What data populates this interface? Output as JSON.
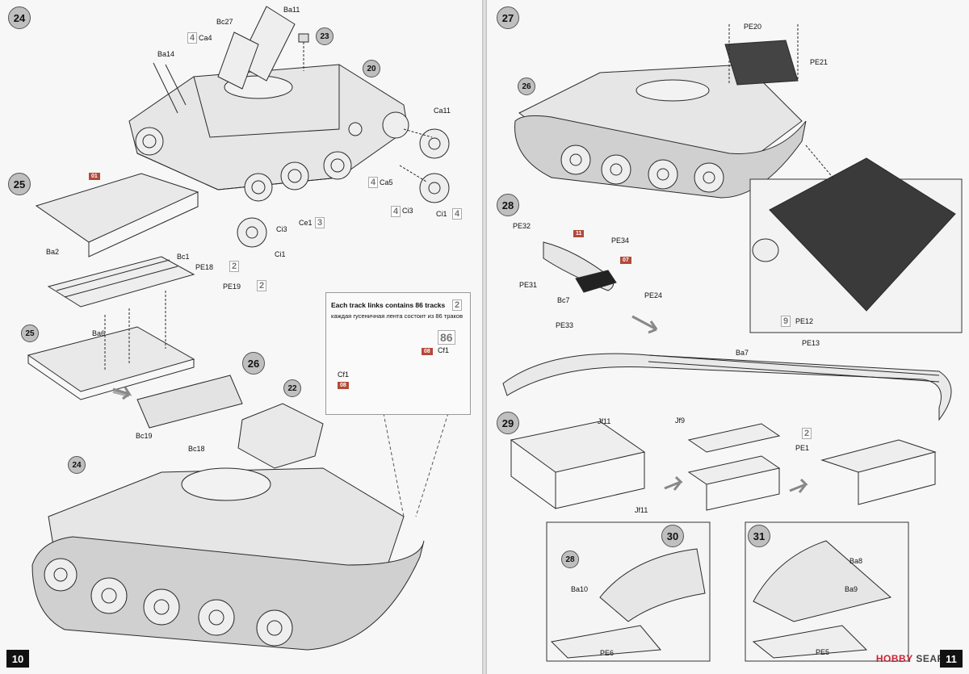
{
  "left_page": {
    "page_number": "10",
    "steps": {
      "s24": "24",
      "s25": "25",
      "s26": "26"
    },
    "parts": {
      "ba11": "Ba11",
      "bc27": "Bc27",
      "ca4": "Ca4",
      "ba14": "Ba14",
      "ref23": "23",
      "ref20": "20",
      "ca11": "Ca11",
      "ca5": "Ca5",
      "ci3a": "Ci3",
      "ci1a": "Ci1",
      "ce1": "Ce1",
      "ci3b": "Ci3",
      "ci1b": "Ci1",
      "ba2": "Ba2",
      "bc1": "Bc1",
      "pe18": "PE18",
      "pe19": "PE19",
      "ba6": "Ba6",
      "ref25": "25",
      "bc19": "Bc19",
      "bc18": "Bc18",
      "ref22": "22",
      "ref24": "24"
    },
    "quantities": {
      "q4a": "4",
      "q4b": "4",
      "q3": "3",
      "q4c": "4",
      "q4d": "4",
      "q2a": "2",
      "q2b": "2"
    },
    "tags": {
      "t01": "01"
    },
    "track_note": {
      "title": "Each track links contains 86 tracks",
      "subtitle": "каждая гусеничная лента состоит из 86 траков",
      "q2": "2",
      "q86": "86",
      "cf1a": "Cf1",
      "cf1b": "Cf1",
      "tag08a": "08",
      "tag08b": "08"
    }
  },
  "right_page": {
    "page_number": "11",
    "steps": {
      "s27": "27",
      "s28": "28",
      "s29": "29",
      "s30": "30",
      "s31": "31"
    },
    "parts": {
      "pe20": "PE20",
      "pe21": "PE21",
      "ref26": "26",
      "pe12": "PE12",
      "pe32": "PE32",
      "pe34": "PE34",
      "pe31": "PE31",
      "bc7": "Bc7",
      "pe24": "PE24",
      "pe33": "PE33",
      "pe13": "PE13",
      "ba7": "Ba7",
      "jf11a": "Jf11",
      "jf9": "Jf9",
      "jf11b": "Jf11",
      "pe1": "PE1",
      "ref28": "28",
      "ba10": "Ba10",
      "pe6": "PE6",
      "ba8": "Ba8",
      "ba9": "Ba9",
      "pe5": "PE5"
    },
    "quantities": {
      "q9": "9",
      "q2": "2"
    },
    "tags": {
      "t11": "11",
      "t07": "07"
    },
    "watermark": {
      "brand": "HOBBY",
      "suffix": "SEARCH"
    }
  },
  "colors": {
    "paper": "#f7f7f7",
    "line": "#2a2a2a",
    "hull_fill": "#dcdcdc",
    "tag_red": "#b24a3a",
    "step_circle": "#bfbfbf"
  }
}
